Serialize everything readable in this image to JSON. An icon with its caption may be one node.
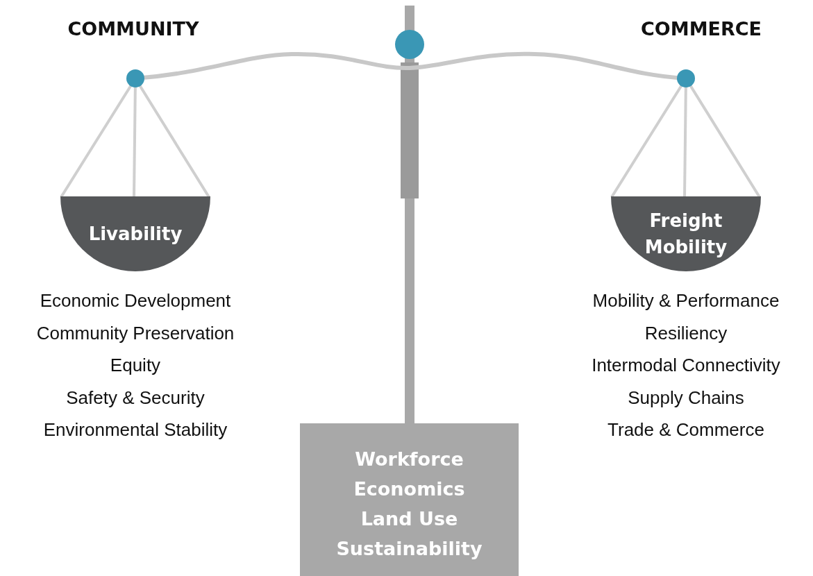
{
  "diagram": {
    "nodes": [
      {
        "text": [
          "Livability"
        ],
        "beside": [
          "Economic Development",
          "Community Preservation",
          "Equity",
          "Safety & Security",
          "Environmental Stability"
        ]
      },
      {
        "text": [
          "Freight Mobility"
        ],
        "beside": [
          "Mobility & Performance",
          "Resiliency",
          "Intermodal Connectivity",
          "Supply Chains",
          "Trade & Commerce"
        ]
      },
      {
        "text": [
          "Workforce",
          "Economics",
          "Land Use",
          "Sustainability"
        ]
      }
    ],
    "labels": [
      "COMMUNITY",
      "COMMERCE"
    ]
  }
}
